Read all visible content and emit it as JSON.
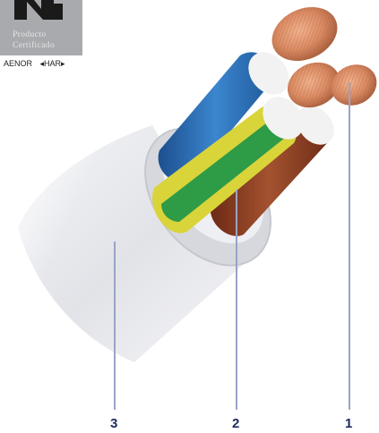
{
  "certification_badge": {
    "logo_icon": "aenor-n-logo",
    "line1": "Producto",
    "line2": "Certificado",
    "mark_aenor": "AENOR",
    "mark_har": "◂HAR▸"
  },
  "cable": {
    "components": [
      {
        "number": "1",
        "color": "#c67a55"
      },
      {
        "number": "2",
        "color": "#d8d23a"
      },
      {
        "number": "3",
        "color": "#e9eaee"
      }
    ],
    "accent_colors": {
      "blue_core": "#2f6fb0",
      "brown_core": "#8a3b22",
      "green_stripe": "#2e9b47",
      "callout_line": "#9aa3c6",
      "number_text": "#1d2b5e"
    }
  }
}
